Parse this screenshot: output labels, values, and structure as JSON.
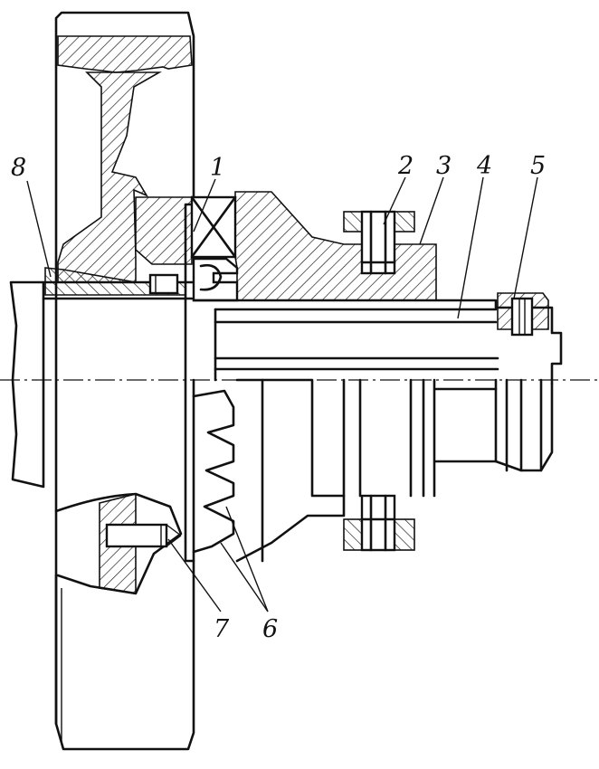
{
  "figure": {
    "labels": [
      {
        "id": "1",
        "text": "1"
      },
      {
        "id": "2",
        "text": "2"
      },
      {
        "id": "3",
        "text": "3"
      },
      {
        "id": "4",
        "text": "4"
      },
      {
        "id": "5",
        "text": "5"
      },
      {
        "id": "6",
        "text": "6"
      },
      {
        "id": "7",
        "text": "7"
      },
      {
        "id": "8",
        "text": "8"
      }
    ],
    "colors": {
      "ink": "#111111",
      "paper": "#ffffff"
    }
  }
}
